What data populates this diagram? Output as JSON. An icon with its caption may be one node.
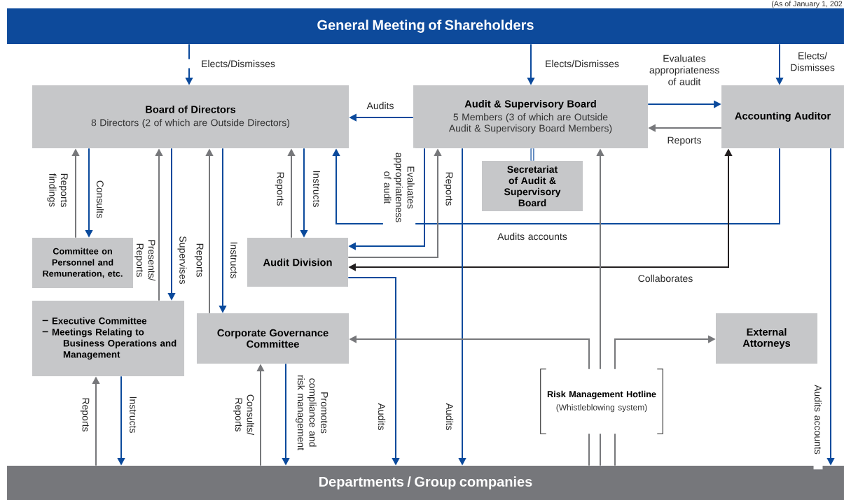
{
  "diagram": {
    "nodes": [
      {
        "text": [
          "General Meeting of Shareholders"
        ]
      },
      {
        "text": [
          "Board of Directors",
          "8 Directors (2 of which are Outside Directors)"
        ]
      },
      {
        "text": [
          "Audit & Supervisory Board",
          "5 Members (3 of which are Outside Audit & Supervisory Board Members)"
        ]
      },
      {
        "text": [
          "Accounting Auditor"
        ]
      },
      {
        "text": [
          "Secretariat of Audit & Supervisory Board"
        ]
      },
      {
        "text": [
          "Committee on Personnel and Remuneration, etc."
        ]
      },
      {
        "text": [
          "Audit Division"
        ]
      },
      {
        "text": [
          "Executive Committee",
          "Meetings Relating to Business Operations and Management"
        ]
      },
      {
        "text": [
          "Corporate Governance Committee"
        ]
      },
      {
        "text": [
          "External Attorneys"
        ]
      },
      {
        "text": [
          "Risk Management Hotline",
          "(Whistleblowing system)"
        ]
      },
      {
        "text": [
          "Departments / Group companies"
        ]
      }
    ],
    "edges": [
      {
        "from": 0,
        "to": 1,
        "arrow": "to",
        "label": "Elects/Dismisses"
      },
      {
        "from": 0,
        "to": 2,
        "arrow": "to",
        "label": "Elects/Dismisses"
      },
      {
        "from": 0,
        "to": 3,
        "arrow": "to",
        "label": "Elects/ Dismisses"
      },
      {
        "from": 2,
        "to": 3,
        "arrow": "to",
        "label": "Evaluates appropriateness of audit"
      },
      {
        "from": 3,
        "to": 2,
        "arrow": "to",
        "label": "Reports",
        "color": "#77787b"
      },
      {
        "from": 2,
        "to": 1,
        "arrow": "to",
        "label": "Audits"
      },
      {
        "from": 2,
        "to": 4,
        "arrow": "none",
        "style": "thick"
      },
      {
        "from": 5,
        "to": 1,
        "arrow": "to",
        "label": "Reports findings",
        "color": "#77787b"
      },
      {
        "from": 1,
        "to": 5,
        "arrow": "to",
        "label": "Consults"
      },
      {
        "from": 7,
        "to": 1,
        "arrow": "to",
        "label": "Presents/ Reports",
        "color": "#77787b"
      },
      {
        "from": 1,
        "to": 7,
        "arrow": "to",
        "label": "Supervises"
      },
      {
        "from": 8,
        "to": 1,
        "arrow": "to",
        "label": "Reports",
        "color": "#77787b"
      },
      {
        "from": 1,
        "to": 8,
        "arrow": "to",
        "label": "Instructs"
      },
      {
        "from": 6,
        "to": 1,
        "arrow": "to",
        "label": "Reports",
        "color": "#77787b"
      },
      {
        "from": 1,
        "to": 6,
        "arrow": "to",
        "label": "Instructs"
      },
      {
        "from": 3,
        "to": 1,
        "arrow": "to",
        "label": "Audits accounts"
      },
      {
        "from": 2,
        "to": 6,
        "arrow": "to",
        "label": "Evaluates appropriateness of audit"
      },
      {
        "from": 6,
        "to": 2,
        "arrow": "to",
        "label": "Reports",
        "color": "#77787b"
      },
      {
        "from": 6,
        "to": 3,
        "arrow": "both",
        "label": "Collaborates",
        "color": "#231f20"
      },
      {
        "from": 6,
        "to": 11,
        "arrow": "to",
        "label": "Audits"
      },
      {
        "from": 2,
        "to": 11,
        "arrow": "to",
        "label": "Audits"
      },
      {
        "from": 3,
        "to": 11,
        "arrow": "to",
        "label": "Audits accounts"
      },
      {
        "from": 10,
        "to": 2,
        "arrow": "to",
        "color": "#77787b"
      },
      {
        "from": 10,
        "to": 8,
        "arrow": "to",
        "color": "#77787b"
      },
      {
        "from": 10,
        "to": 9,
        "arrow": "to",
        "color": "#77787b"
      },
      {
        "from": 11,
        "to": 7,
        "arrow": "to",
        "label": "Reports",
        "color": "#77787b"
      },
      {
        "from": 7,
        "to": 11,
        "arrow": "to",
        "label": "Instructs"
      },
      {
        "from": 11,
        "to": 8,
        "arrow": "to",
        "label": "Consults/ Reports",
        "color": "#77787b"
      },
      {
        "from": 8,
        "to": 11,
        "arrow": "to",
        "label": "Promotes compliance and risk management"
      },
      {
        "from": 11,
        "to": 10,
        "arrow": "none",
        "color": "#77787b"
      },
      {
        "from": 11,
        "to": 10,
        "arrow": "none",
        "color": "#77787b"
      },
      {
        "from": 11,
        "to": 10,
        "arrow": "none",
        "color": "#77787b"
      }
    ],
    "labels": [
      "(As of January 1, 202"
    ]
  }
}
